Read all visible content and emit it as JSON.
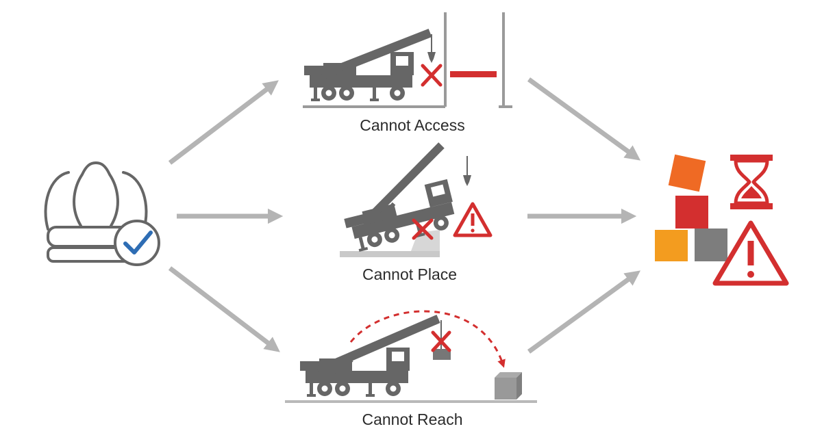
{
  "colors": {
    "gray": "#666666",
    "arrow": "#b4b4b4",
    "red": "#d32f2f",
    "blue": "#2e6db4",
    "orange": "#ef6a24",
    "amber": "#f39c1f",
    "block_gray": "#7d7d7d"
  },
  "icons": {
    "source": "approval-stamp-check-icon",
    "access": "crane-blocked-by-barrier-icon",
    "place": "crane-tipping-on-slope-icon",
    "reach": "crane-out-of-reach-icon",
    "outcome": [
      "falling-blocks-icon",
      "hourglass-icon",
      "warning-triangle-icon"
    ]
  },
  "scenarios": {
    "access": {
      "label": "Cannot Access"
    },
    "place": {
      "label": "Cannot Place"
    },
    "reach": {
      "label": "Cannot Reach"
    }
  }
}
